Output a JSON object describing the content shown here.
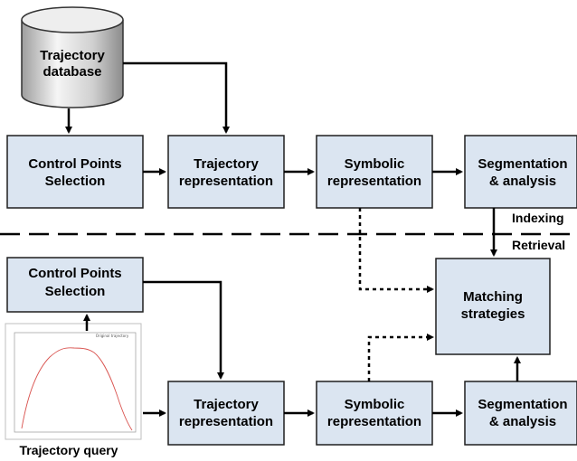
{
  "database": {
    "line1": "Trajectory",
    "line2": "database"
  },
  "top_row": {
    "control_points": {
      "line1": "Control Points",
      "line2": "Selection"
    },
    "trajectory_repr": {
      "line1": "Trajectory",
      "line2": "representation"
    },
    "symbolic_repr": {
      "line1": "Symbolic",
      "line2": "representation"
    },
    "segmentation": {
      "line1": "Segmentation",
      "line2": "& analysis"
    }
  },
  "divider": {
    "indexing_label": "Indexing",
    "retrieval_label": "Retrieval"
  },
  "bottom_row": {
    "control_points": {
      "line1": "Control Points",
      "line2": "Selection"
    },
    "matching": {
      "line1": "Matching",
      "line2": "strategies"
    },
    "trajectory_repr": {
      "line1": "Trajectory",
      "line2": "representation"
    },
    "symbolic_repr": {
      "line1": "Symbolic",
      "line2": "representation"
    },
    "segmentation": {
      "line1": "Segmentation",
      "line2": "& analysis"
    }
  },
  "query": {
    "caption": "Trajectory query",
    "plot_title": "Original trajectory"
  },
  "colors": {
    "box_fill": "#dbe5f1",
    "box_stroke": "#1f1f1f",
    "cylinder_light": "#f2f2f2",
    "cylinder_dark": "#bfbfbf",
    "plot_line": "#d9534f"
  }
}
